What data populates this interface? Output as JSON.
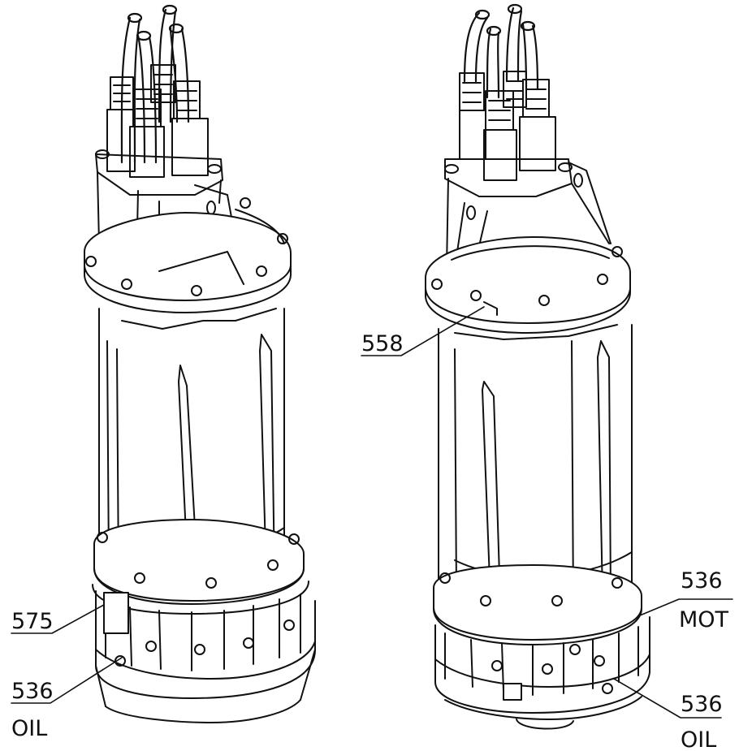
{
  "colors": {
    "ink": "#111111",
    "paper": "#ffffff",
    "shade": "#f4f4f4"
  },
  "left_view": {
    "callouts": [
      {
        "id": "c575",
        "number": "575",
        "sub": ""
      },
      {
        "id": "c536oil",
        "number": "536",
        "sub": "OIL"
      }
    ]
  },
  "right_view": {
    "callouts": [
      {
        "id": "c558",
        "number": "558",
        "sub": ""
      },
      {
        "id": "c536mot",
        "number": "536",
        "sub": "MOT"
      },
      {
        "id": "c536oil",
        "number": "536",
        "sub": "OIL"
      }
    ]
  }
}
